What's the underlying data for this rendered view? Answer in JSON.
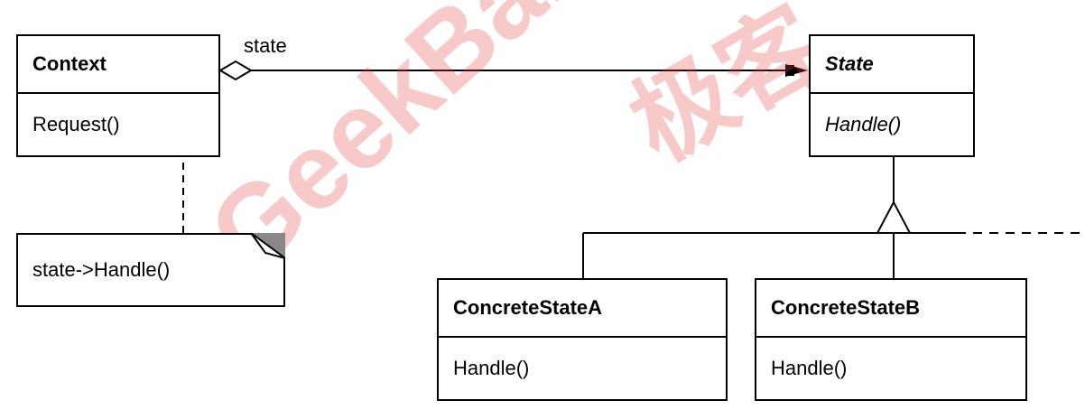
{
  "diagram": {
    "classes": {
      "context": {
        "name": "Context",
        "operation": "Request()"
      },
      "state": {
        "name": "State",
        "operation": "Handle()"
      },
      "concrete_a": {
        "name": "ConcreteStateA",
        "operation": "Handle()"
      },
      "concrete_b": {
        "name": "ConcreteStateB",
        "operation": "Handle()"
      }
    },
    "association_label": "state",
    "note_text": "state->Handle()"
  },
  "watermark": {
    "latin": "GeekBand",
    "cjk": "极客",
    "color": "#e84040"
  }
}
